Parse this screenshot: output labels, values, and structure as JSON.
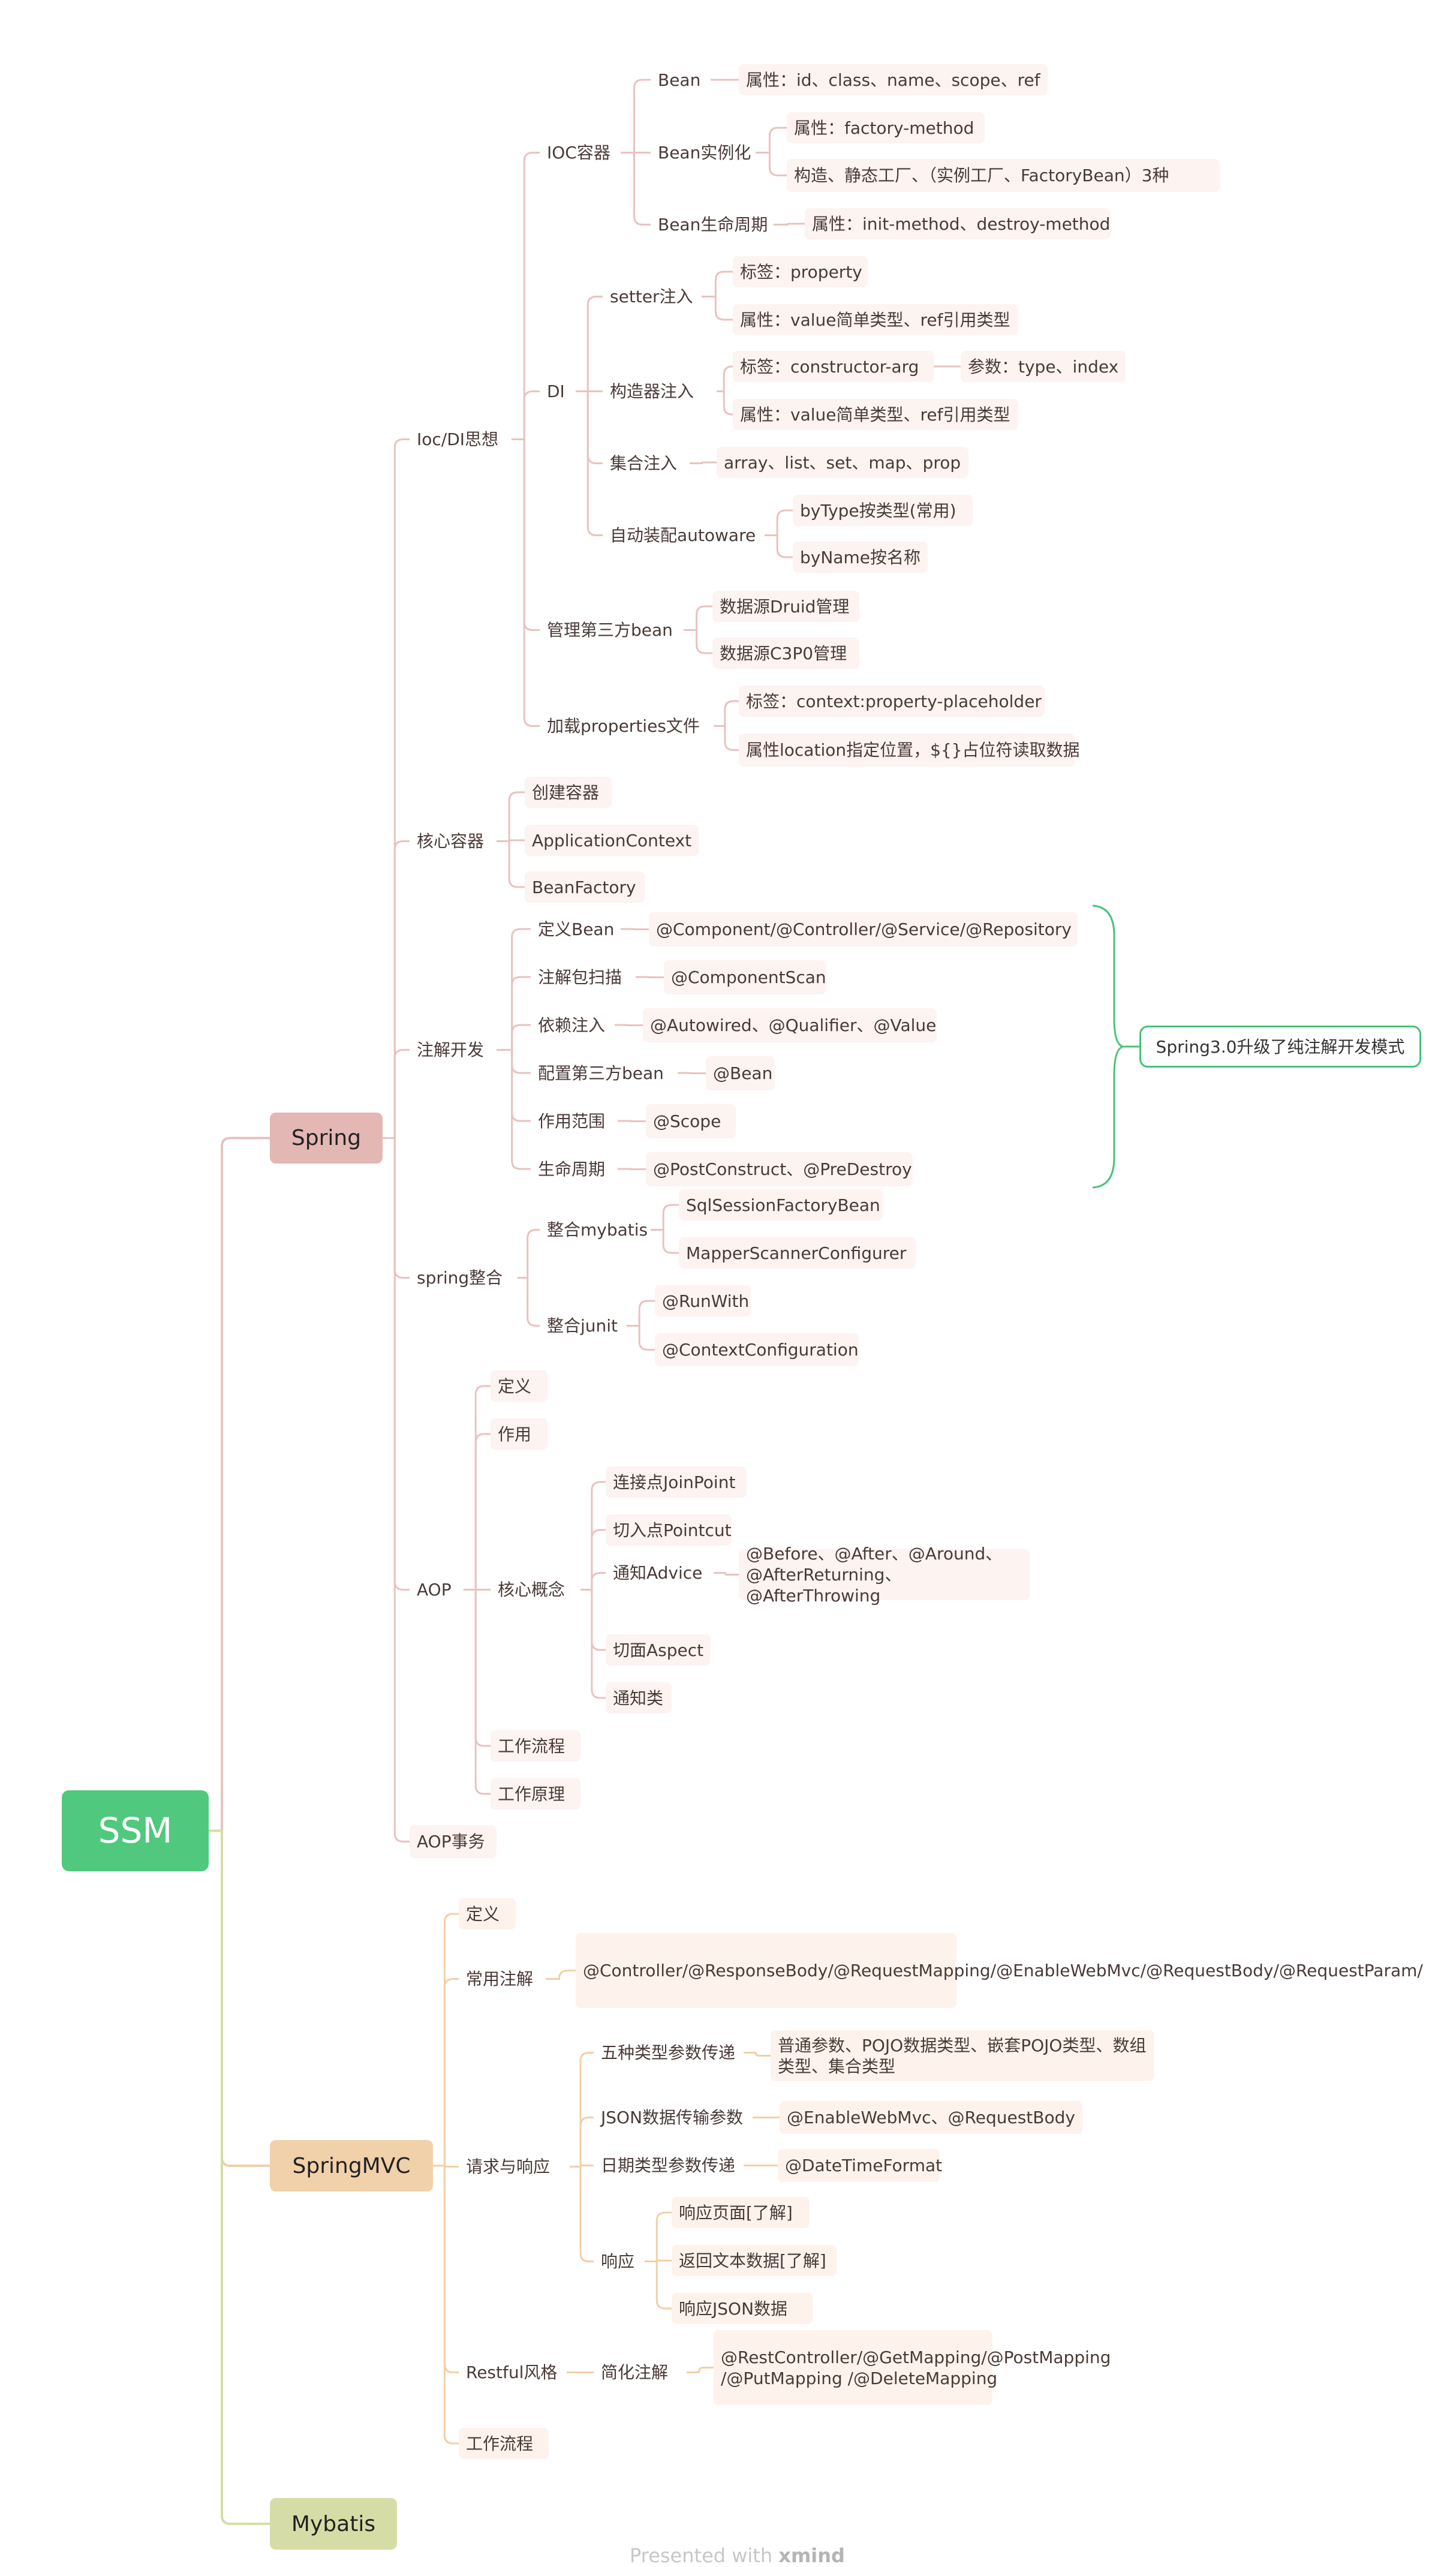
{
  "footer": {
    "prefix": "Presented with",
    "brand": "xmind"
  },
  "colors": {
    "root": "#50c97e",
    "spring_line": "#e8c2bf",
    "mvc_line": "#f1cfa8",
    "mybatis_line": "#d6dca6",
    "callout": "#46c27a"
  },
  "nodes": {
    "ssm": "SSM",
    "spring": "Spring",
    "springmvc": "SpringMVC",
    "mybatis": "Mybatis",
    "iocdi": "Ioc/DI思想",
    "ioc": "IOC容器",
    "bean": "Bean",
    "bean_attr": "属性：id、class、name、scope、ref",
    "bean_inst": "Bean实例化",
    "inst_attr": "属性：factory-method",
    "inst_ways": "构造、静态工厂、（实例工厂、FactoryBean）3种",
    "bean_life": "Bean生命周期",
    "life_attr": "属性：init-method、destroy-method",
    "di": "DI",
    "setter": "setter注入",
    "setter_tag": "标签：property",
    "setter_attr": "属性：value简单类型、ref引用类型",
    "ctor": "构造器注入",
    "ctor_tag": "标签：constructor-arg",
    "ctor_param": "参数：type、index",
    "ctor_attr": "属性：value简单类型、ref引用类型",
    "coll": "集合注入",
    "coll_types": "array、list、set、map、prop",
    "autowire": "自动装配autoware",
    "bytype": "byType按类型(常用)",
    "byname": "byName按名称",
    "third": "管理第三方bean",
    "druid": "数据源Druid管理",
    "c3p0": "数据源C3P0管理",
    "props": "加载properties文件",
    "props_tag": "标签：context:property-placeholder",
    "props_attr": "属性location指定位置，${}占位符读取数据",
    "core": "核心容器",
    "create": "创建容器",
    "appctx": "ApplicationContext",
    "beanfactory": "BeanFactory",
    "anno": "注解开发",
    "defbean": "定义Bean",
    "defbean_v": "@Component/@Controller/@Service/@Repository",
    "scan": "注解包扫描",
    "scan_v": "@ComponentScan",
    "dep": "依赖注入",
    "dep_v": "@Autowired、@Qualifier、@Value",
    "cfg3": "配置第三方bean",
    "cfg3_v": "@Bean",
    "scope": "作用范围",
    "scope_v": "@Scope",
    "life": "生命周期",
    "life_v": "@PostConstruct、@PreDestroy",
    "callout": "Spring3.0升级了纯注解开发模式",
    "integ": "spring整合",
    "int_mybatis": "整合mybatis",
    "ssfb": "SqlSessionFactoryBean",
    "msc": "MapperScannerConfigurer",
    "int_junit": "整合junit",
    "runwith": "@RunWith",
    "ctxcfg": "@ContextConfiguration",
    "aop": "AOP",
    "aop_def": "定义",
    "aop_use": "作用",
    "concepts": "核心概念",
    "joinpoint": "连接点JoinPoint",
    "pointcut": "切入点Pointcut",
    "advice": "通知Advice",
    "advice_v": "@Before、@After、@Around、@AfterReturning、@AfterThrowing",
    "aspect": "切面Aspect",
    "advclass": "通知类",
    "flow": "工作流程",
    "principle": "工作原理",
    "tx": "AOP事务",
    "mvc_def": "定义",
    "common": "常用注解",
    "common_v": "@Controller/@ResponseBody/@RequestMapping/@EnableWebMvc/@RequestBody/@RequestParam/",
    "reqresp": "请求与响应",
    "five": "五种类型参数传递",
    "five_v": "普通参数、POJO数据类型、嵌套POJO类型、数组类型、集合类型",
    "json": "JSON数据传输参数",
    "json_v": "@EnableWebMvc、@RequestBody",
    "date": "日期类型参数传递",
    "date_v": "@DateTimeFormat",
    "resp": "响应",
    "resp_page": "响应页面[了解]",
    "resp_text": "返回文本数据[了解]",
    "resp_json": "响应JSON数据",
    "restful": "Restful风格",
    "simple": "简化注解",
    "simple_v": "@RestController/@GetMapping/@PostMapping /@PutMapping /@DeleteMapping",
    "mvc_flow": "工作流程"
  }
}
